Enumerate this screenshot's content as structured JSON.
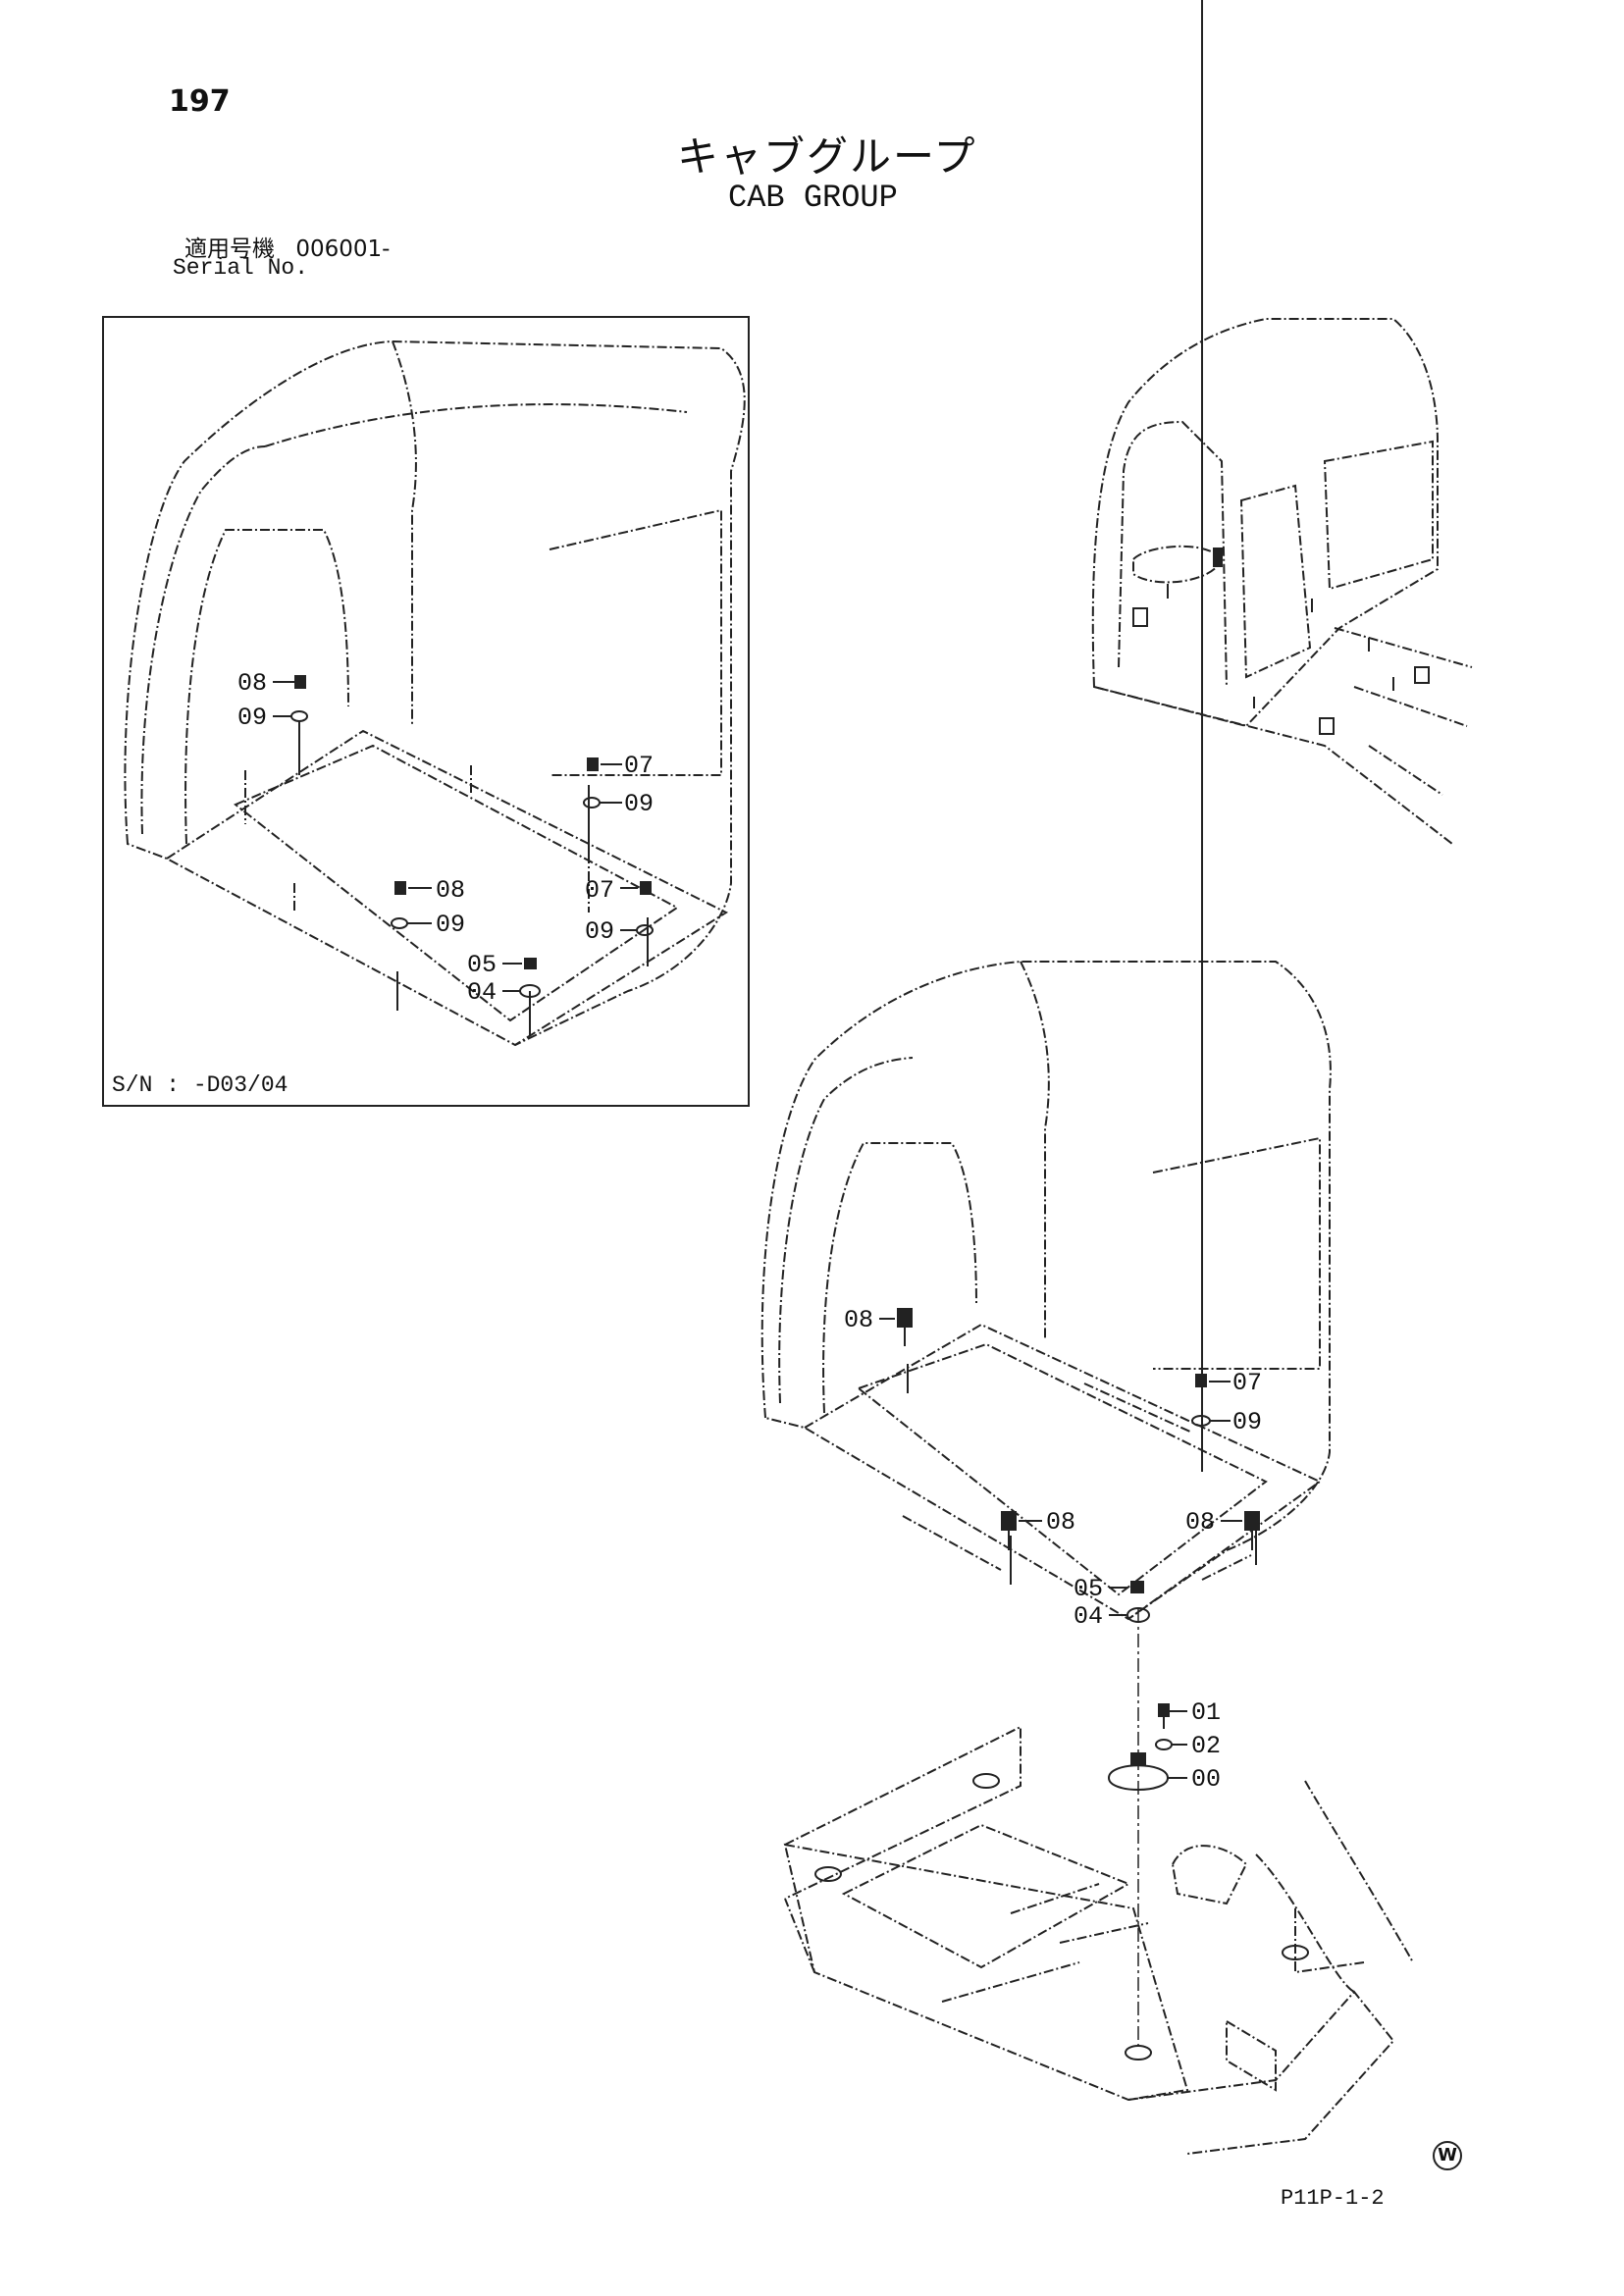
{
  "header": {
    "page_number": "197",
    "title_jp": "キャブグループ",
    "title_en": "CAB GROUP",
    "serial_label_jp": "適用号機",
    "serial_value": "006001-",
    "serial_label_en": "Serial No."
  },
  "inset": {
    "serial_note": "S/N : -D03/04",
    "callouts": [
      {
        "number": "08"
      },
      {
        "number": "09"
      },
      {
        "number": "07"
      },
      {
        "number": "09"
      },
      {
        "number": "08"
      },
      {
        "number": "09"
      },
      {
        "number": "07"
      },
      {
        "number": "09"
      },
      {
        "number": "05"
      },
      {
        "number": "04"
      }
    ]
  },
  "main": {
    "callouts": [
      {
        "number": "08"
      },
      {
        "number": "07"
      },
      {
        "number": "09"
      },
      {
        "number": "08"
      },
      {
        "number": "08"
      },
      {
        "number": "05"
      },
      {
        "number": "04"
      },
      {
        "number": "01"
      },
      {
        "number": "02"
      },
      {
        "number": "00"
      }
    ]
  },
  "footer": {
    "figure_code": "P11P-1-2",
    "mark": "W"
  },
  "icons": [
    "cab-inset-drawing",
    "cab-location-drawing",
    "cab-main-drawing",
    "frame-drawing"
  ]
}
